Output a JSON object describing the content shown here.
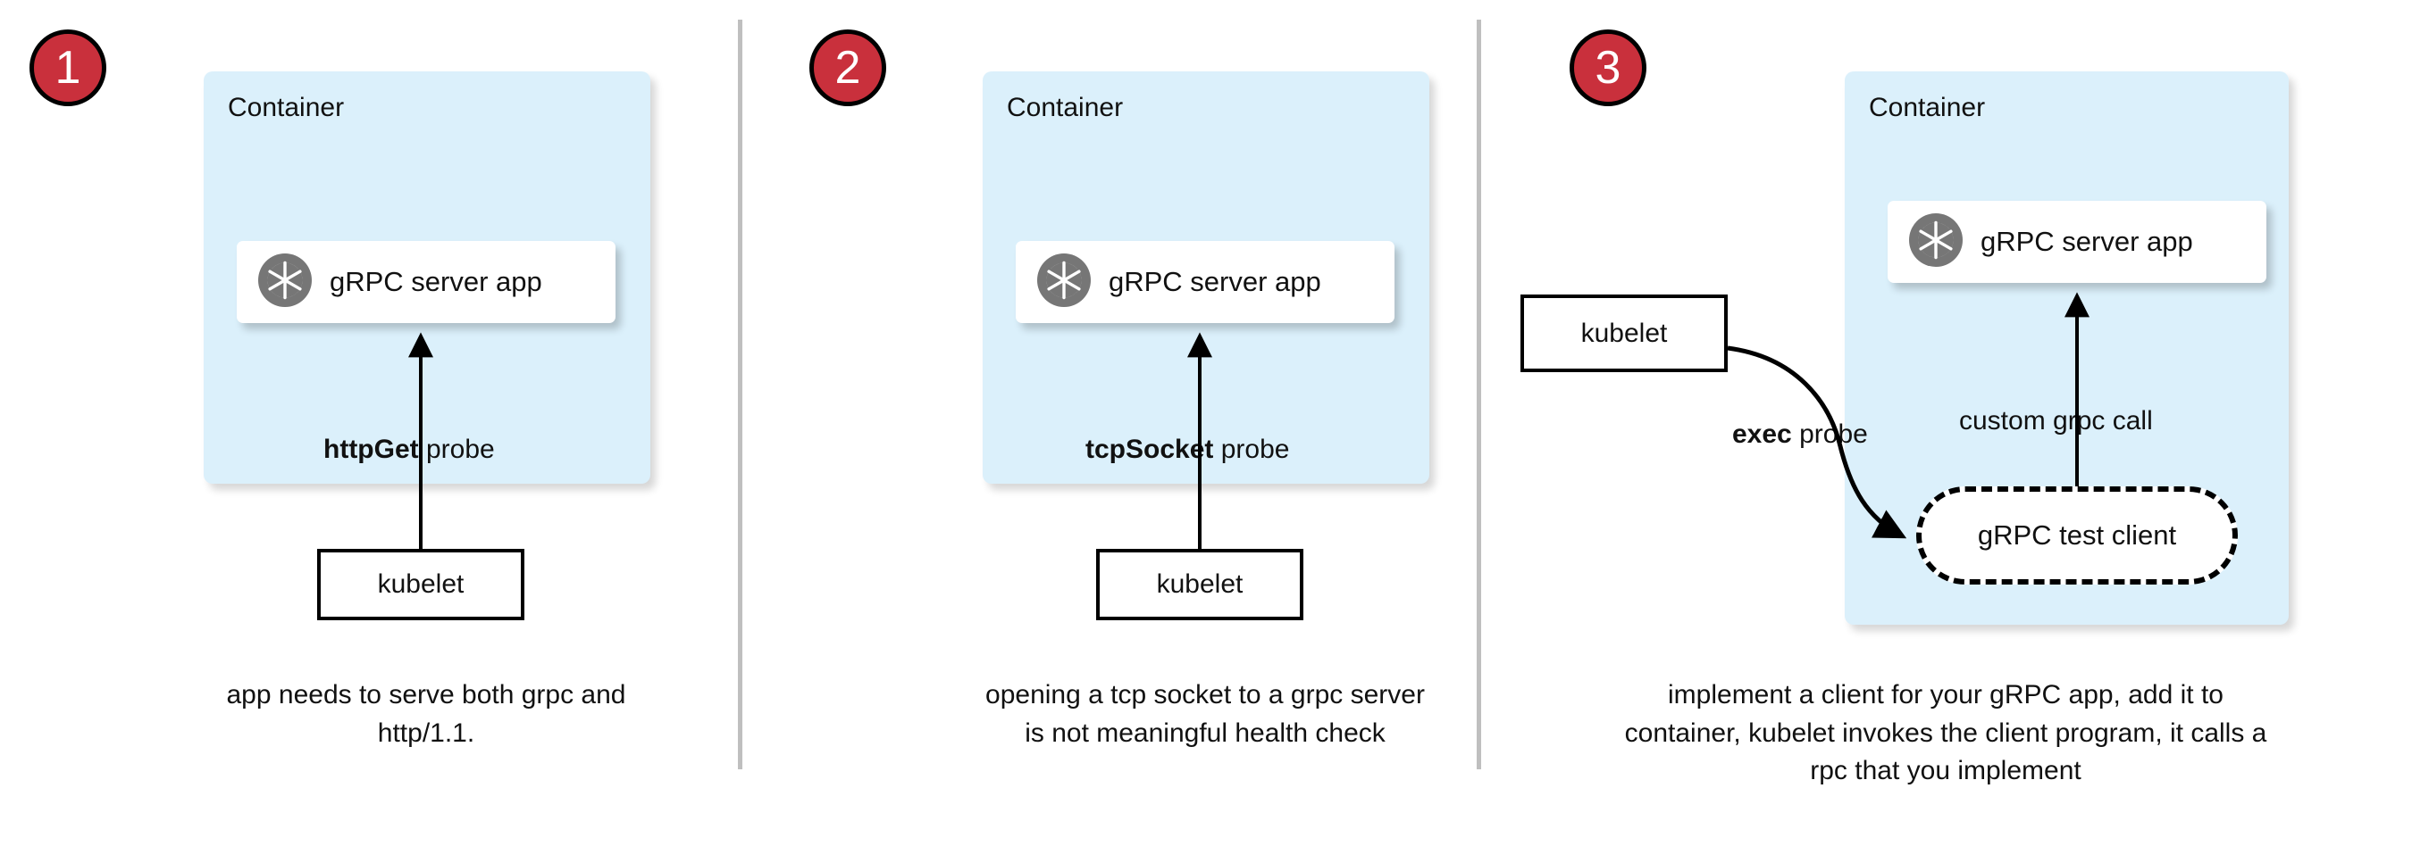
{
  "diagram": {
    "title": "gRPC health probe approaches in Kubernetes",
    "colors": {
      "badge_fill": "#c9303c",
      "badge_border": "#000000",
      "badge_text": "#ffffff",
      "container_fill": "#dbf0fb",
      "app_card_fill": "#ffffff",
      "grpc_logo_gray": "#767676",
      "divider_gray": "#bfbfbf",
      "stroke_black": "#000000",
      "page_background": "#ffffff"
    }
  },
  "panels": [
    {
      "badge": "1",
      "container_label": "Container",
      "app_card": {
        "label": "gRPC server app",
        "icon": "grpc-logo-icon"
      },
      "probe_label_bold": "httpGet",
      "probe_label_rest": " probe",
      "kubelet_label": "kubelet",
      "caption": "app needs to serve both grpc and http/1.1."
    },
    {
      "badge": "2",
      "container_label": "Container",
      "app_card": {
        "label": "gRPC server app",
        "icon": "grpc-logo-icon"
      },
      "probe_label_bold": "tcpSocket",
      "probe_label_rest": " probe",
      "kubelet_label": "kubelet",
      "caption": "opening a tcp socket to a grpc server is not meaningful health check"
    },
    {
      "badge": "3",
      "container_label": "Container",
      "app_card": {
        "label": "gRPC server app",
        "icon": "grpc-logo-icon"
      },
      "probe_label_bold": "exec",
      "probe_label_rest": " probe",
      "kubelet_label": "kubelet",
      "test_client_label": "gRPC test client",
      "custom_call_label": "custom grpc call",
      "caption": "implement a client for your gRPC app, add it to container, kubelet invokes the client program, it calls a rpc that you implement"
    }
  ]
}
